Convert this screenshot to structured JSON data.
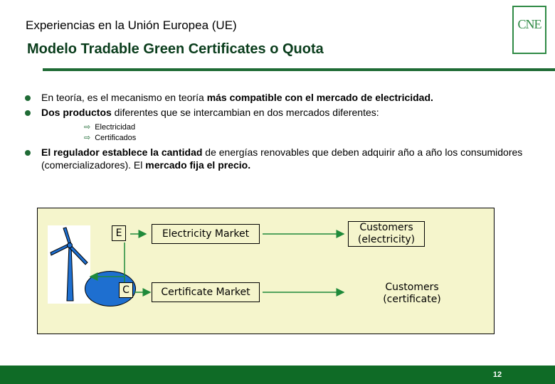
{
  "header": {
    "line1": "Experiencias en la Unión Europea (UE)",
    "line2": "Modelo Tradable Green Certificates o Quota",
    "logo_text": "CNE"
  },
  "bullets": [
    {
      "parts": [
        {
          "text": "En teoría, es el mecanismo en teoría ",
          "bold": false
        },
        {
          "text": "más compatible con el mercado de electricidad.",
          "bold": true
        }
      ]
    },
    {
      "parts": [
        {
          "text": "Dos productos",
          "bold": true
        },
        {
          "text": " diferentes que se intercambian en dos mercados diferentes:",
          "bold": false
        }
      ],
      "sub": [
        "Electricidad",
        "Certificados"
      ]
    },
    {
      "parts": [
        {
          "text": "El regulador establece la cantidad",
          "bold": true
        },
        {
          "text": " de energías renovables que deben adquirir año a año los consumidores (comercializadores). El ",
          "bold": false
        },
        {
          "text": "mercado fija el precio.",
          "bold": true
        }
      ]
    }
  ],
  "diagram": {
    "e_label": "E",
    "c_label": "C",
    "electricity_market": "Electricity Market",
    "certificate_market": "Certificate Market",
    "customers_electricity": "Customers (electricity)",
    "customers_certificate": "Customers (certificate)"
  },
  "footer": {
    "page_number": "12"
  },
  "colors": {
    "accent": "#1f6b35",
    "footer": "#0f6b26",
    "diagram_bg": "#f5f5cc",
    "arrow": "#1f8a3a",
    "turbine": "#1e6fd0"
  }
}
